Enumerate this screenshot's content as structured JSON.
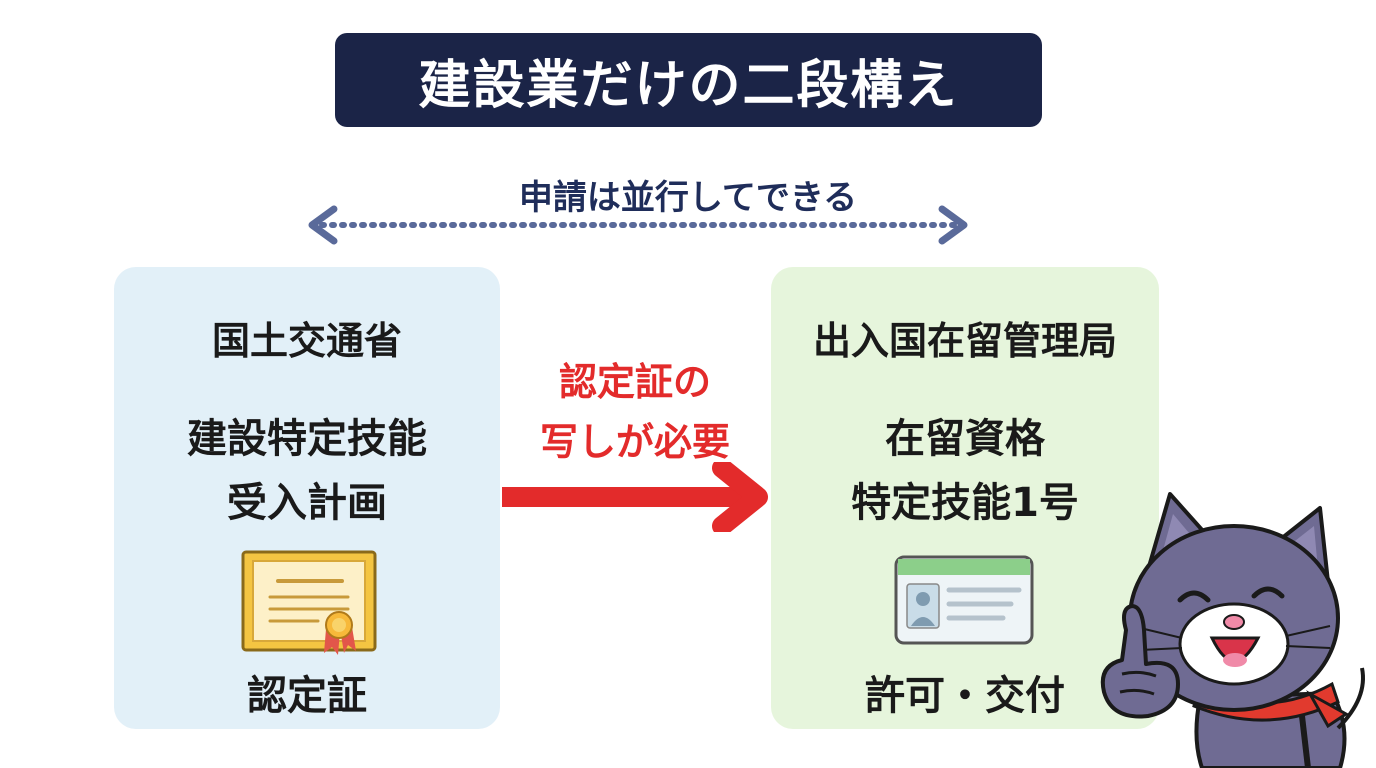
{
  "title": "建設業だけの二段構え",
  "parallel_note": "申請は並行してできる",
  "left_panel": {
    "organization": "国土交通省",
    "plan_line1": "建設特定技能",
    "plan_line2": "受入計画",
    "document": "認定証",
    "icon": "certificate-icon"
  },
  "transfer_note": {
    "line1": "認定証の",
    "line2": "写しが必要"
  },
  "right_panel": {
    "organization": "出入国在留管理局",
    "status_line1": "在留資格",
    "status_line2": "特定技能1号",
    "result": "許可・交付",
    "icon": "residence-card-icon"
  },
  "colors": {
    "title_bg": "#1b2447",
    "left_bg": "#e2f0f8",
    "right_bg": "#e6f5dc",
    "arrow_red": "#e32b2b",
    "dotted_arrow": "#5a6a9a"
  },
  "mascot": "cat-mascot-icon"
}
